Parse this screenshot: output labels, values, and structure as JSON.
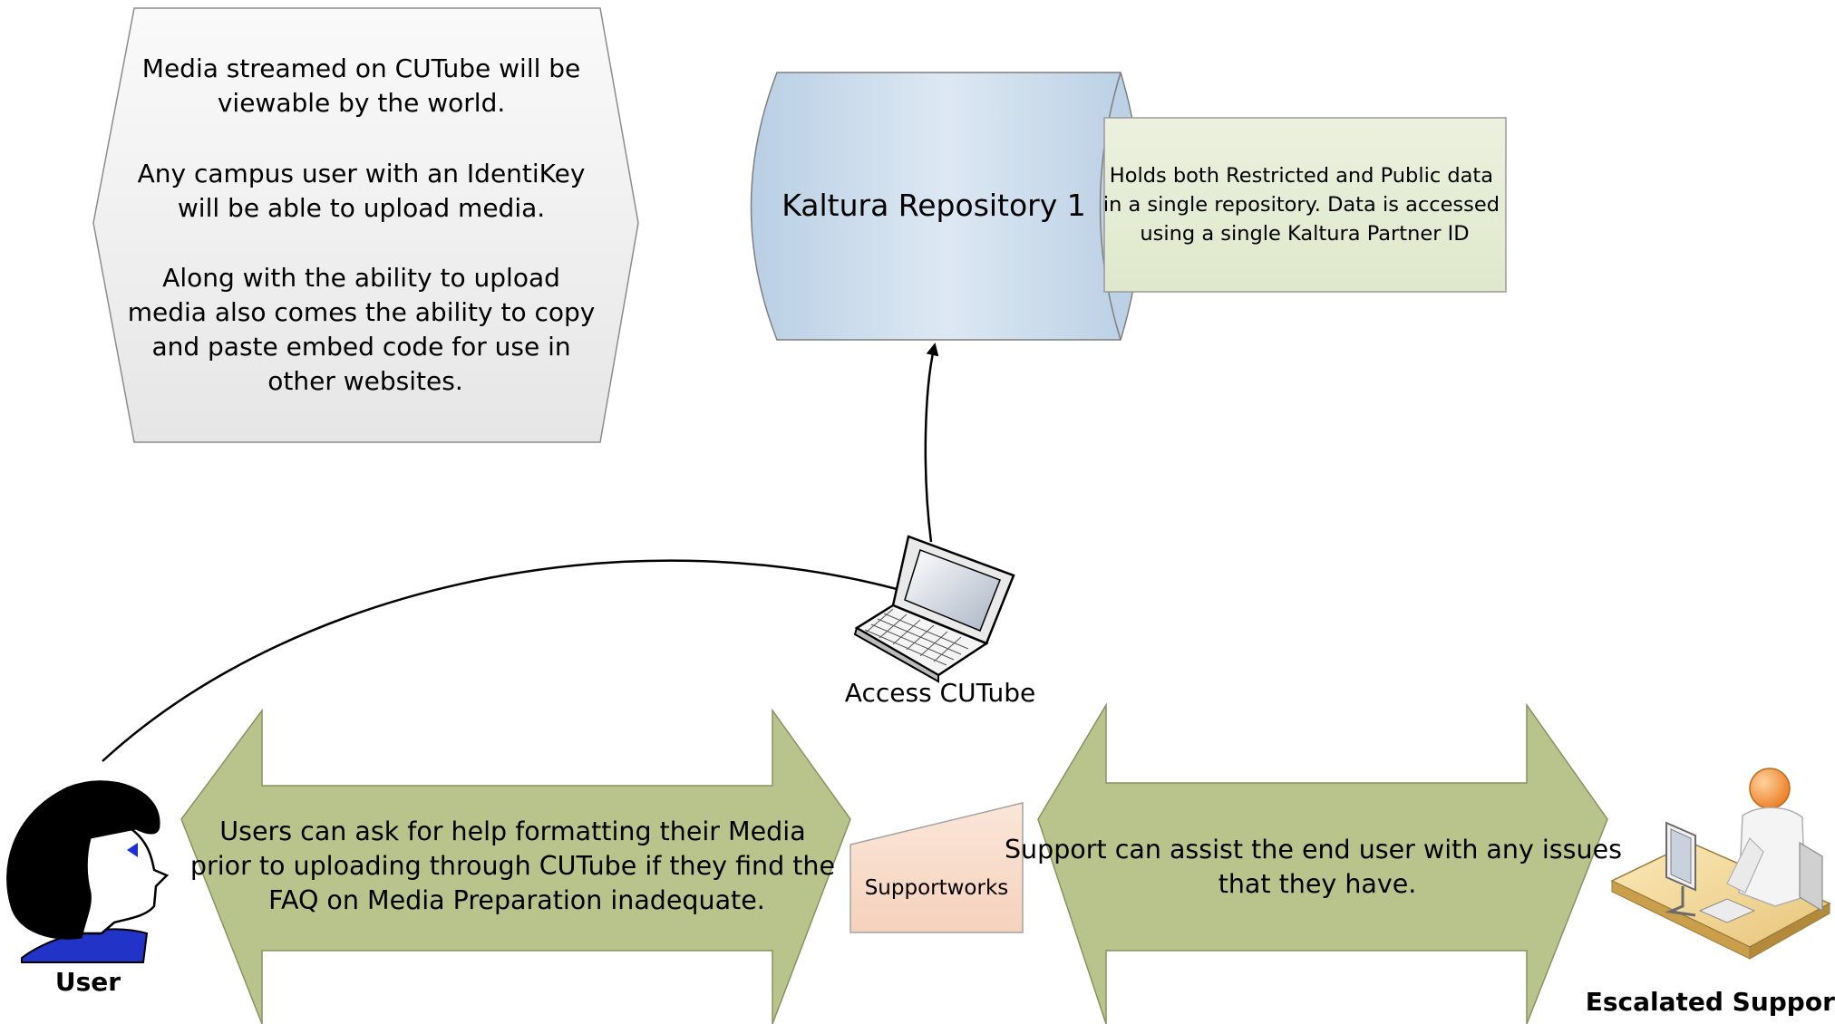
{
  "info_box": {
    "lines": [
      "Media streamed on CUTube will be",
      "viewable by the world.",
      "Any campus user with an IdentiKey",
      "will be able to upload media.",
      "Along with the ability to upload",
      "media also comes the ability to copy",
      "and paste embed code for use in",
      "other websites."
    ]
  },
  "repository": {
    "label": "Kaltura Repository 1",
    "note_lines": [
      "Holds both Restricted and Public data",
      "in a single repository.  Data is accessed",
      "using a single Kaltura Partner ID"
    ]
  },
  "laptop": {
    "label": "Access CUTube"
  },
  "user": {
    "label": "User"
  },
  "left_arrow": {
    "lines": [
      "Users can ask for help formatting their Media",
      "prior to uploading through CUTube if they find the",
      "FAQ on Media Preparation inadequate."
    ]
  },
  "supportworks": {
    "label": "Supportworks"
  },
  "right_arrow": {
    "lines": [
      "Support can assist the end user with any issues",
      "that they have."
    ]
  },
  "escalated": {
    "label": "Escalated Support"
  },
  "colors": {
    "hexagon_fill": "#f2f2f2",
    "cylinder_fill": "#cfdfee",
    "note_fill": "#e6edd6",
    "arrow_fill": "#b7c38a",
    "supportworks_fill": "#f8dccb",
    "outline": "#7f7f7f",
    "person_orange": "#f08a2c",
    "user_blue": "#2030c0"
  }
}
